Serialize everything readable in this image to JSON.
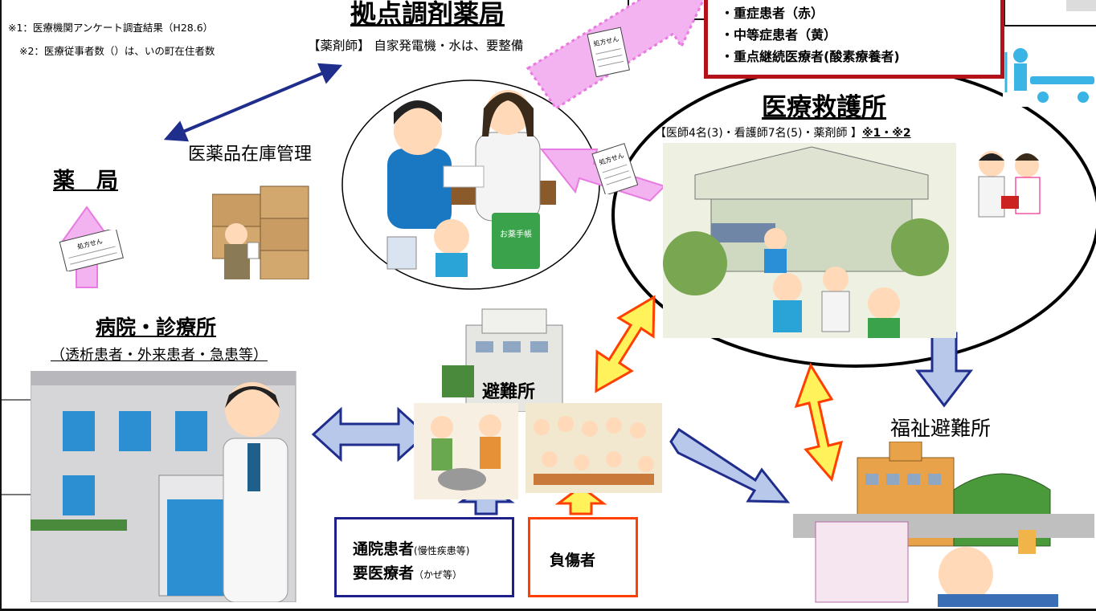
{
  "notes": {
    "note1": "※1：医療機関アンケート調査結果（H28.6）",
    "note2": "※2：医療従事者数（）は、いの町在住者数"
  },
  "pharmacy_hub": {
    "title": "拠点調剤薬局",
    "subtitle": "【薬剤師】 自家発電機・水は、要整備"
  },
  "triage_box": {
    "lines": [
      "・重症患者（赤）",
      "・中等症患者（黄）",
      "・重点継続医療者(酸素療養者)"
    ]
  },
  "aid_station": {
    "title": "医療救護所",
    "staff": "【医師4名(3)・看護師7名(5)・薬剤師 】",
    "staff_notes": "※1・※2"
  },
  "pharmacy": {
    "title": "薬　局"
  },
  "stock_label": "医薬品在庫管理",
  "hospital": {
    "title": "病院・診療所",
    "subtitle": "（透析患者・外来患者・急患等）"
  },
  "shelter": {
    "label": "避難所"
  },
  "welfare_shelter": {
    "label": "福祉避難所"
  },
  "outpatients": {
    "line1_main": "通院患者",
    "line1_small": "(慢性疾患等)",
    "line2_main": "要医療者",
    "line2_small": "（かぜ等）"
  },
  "injured": {
    "label": "負傷者"
  },
  "prescription_text": "処方せん",
  "notebook_text": "お薬手帳",
  "colors": {
    "navy_arrow": "#1f2d8c",
    "light_blue_fill": "#b7c8ea",
    "pink_arrow": "#f3b3f0",
    "pink_stroke": "#e87be0",
    "yellow_fill": "#fff25a",
    "orange_stroke": "#ff4000",
    "red_border": "#b3121b",
    "blue_border": "#1f1f8c"
  }
}
